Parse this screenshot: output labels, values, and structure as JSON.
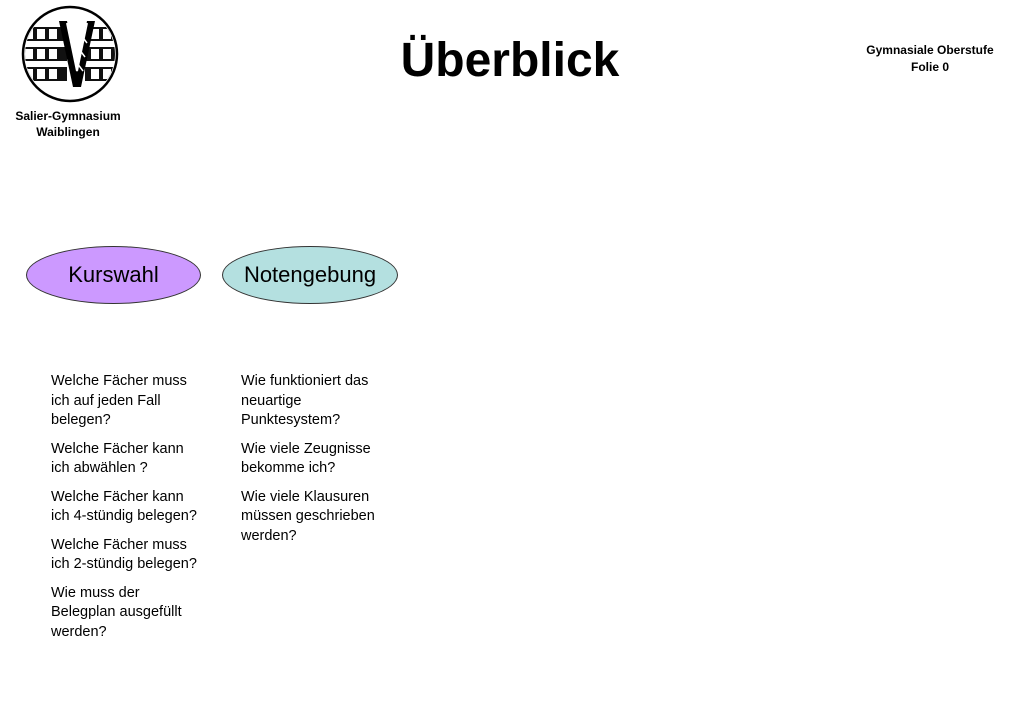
{
  "header": {
    "school_name_line1": "Salier-Gymnasium",
    "school_name_line2": "Waiblingen",
    "title": "Überblick",
    "slide_info_line1": "Gymnasiale Oberstufe",
    "slide_info_line2": "Folie 0"
  },
  "logo": {
    "icon": "school-logo-icon",
    "ring_color": "#000000",
    "fill_color": "#ffffff"
  },
  "topics": {
    "kurswahl": {
      "label": "Kurswahl",
      "color": "#cc99ff",
      "questions": [
        "Welche Fächer muss ich auf jeden Fall belegen?",
        "Welche Fächer kann ich abwählen ?",
        "Welche Fächer kann ich 4-stündig belegen?",
        "Welche Fächer muss ich 2-stündig belegen?",
        "Wie muss der Belegplan ausgefüllt werden?"
      ]
    },
    "notengebung": {
      "label": "Notengebung",
      "color": "#b4e0e0",
      "questions": [
        "Wie funktioniert das neuartige Punktesystem?",
        "Wie viele Zeugnisse bekomme ich?",
        "Wie viele Klausuren müssen geschrieben werden?"
      ]
    }
  }
}
